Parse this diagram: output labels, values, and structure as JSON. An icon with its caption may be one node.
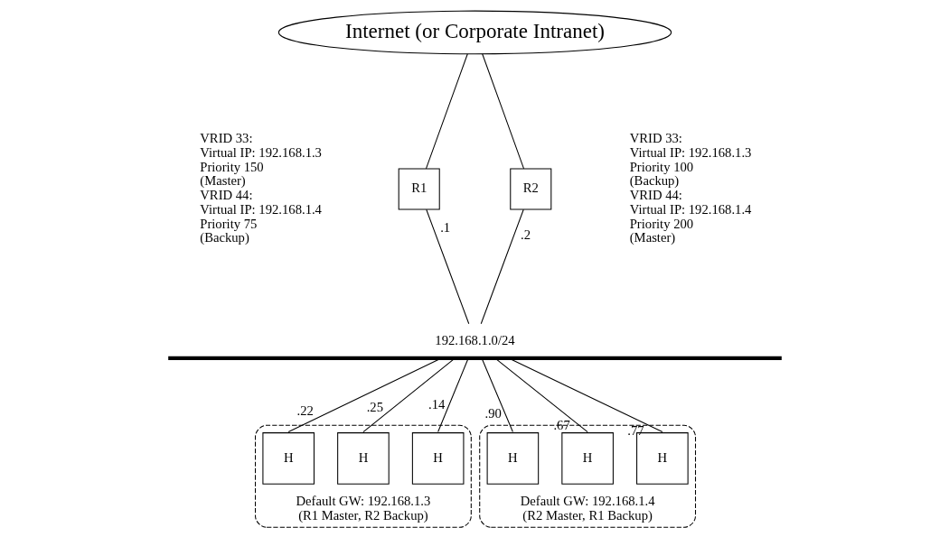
{
  "diagram": {
    "nodes": [
      {
        "text": [
          "Internet (or Corporate Intranet)"
        ]
      },
      {
        "text": [
          "R1"
        ],
        "beside": [
          "VRID 33:",
          "Virtual IP: 192.168.1.3",
          "Priority 150",
          "(Master)",
          "VRID 44:",
          "Virtual IP: 192.168.1.4",
          "Priority 75",
          "(Backup)"
        ]
      },
      {
        "text": [
          "R2"
        ],
        "beside": [
          "VRID 33:",
          "Virtual IP: 192.168.1.3",
          "Priority 100",
          "(Backup)",
          "VRID 44:",
          "Virtual IP: 192.168.1.4",
          "Priority 200",
          "(Master)"
        ]
      },
      {
        "text": [
          "192.168.1.0/24"
        ]
      },
      {
        "text": [
          "Default GW: 192.168.1.3",
          "(R1 Master, R2 Backup)"
        ]
      },
      {
        "text": [
          "H"
        ],
        "in": 4
      },
      {
        "text": [
          "H"
        ],
        "in": 4
      },
      {
        "text": [
          "H"
        ],
        "in": 4
      },
      {
        "text": [
          "Default GW: 192.168.1.4",
          "(R2 Master, R1 Backup)"
        ]
      },
      {
        "text": [
          "H"
        ],
        "in": 8
      },
      {
        "text": [
          "H"
        ],
        "in": 8
      },
      {
        "text": [
          "H"
        ],
        "in": 8
      }
    ],
    "edges": [
      {
        "from": 0,
        "to": 1,
        "arrow": "none"
      },
      {
        "from": 0,
        "to": 2,
        "arrow": "none"
      },
      {
        "from": 1,
        "to": 3,
        "arrow": "none",
        "label": ".1"
      },
      {
        "from": 2,
        "to": 3,
        "arrow": "none",
        "label": ".2"
      },
      {
        "from": 3,
        "to": 5,
        "arrow": "none",
        "label": ".22"
      },
      {
        "from": 3,
        "to": 6,
        "arrow": "none",
        "label": ".25"
      },
      {
        "from": 3,
        "to": 7,
        "arrow": "none",
        "label": ".14"
      },
      {
        "from": 3,
        "to": 9,
        "arrow": "none",
        "label": ".90"
      },
      {
        "from": 3,
        "to": 10,
        "arrow": "none",
        "label": ".67"
      },
      {
        "from": 3,
        "to": 11,
        "arrow": "none",
        "label": ".77"
      }
    ]
  }
}
